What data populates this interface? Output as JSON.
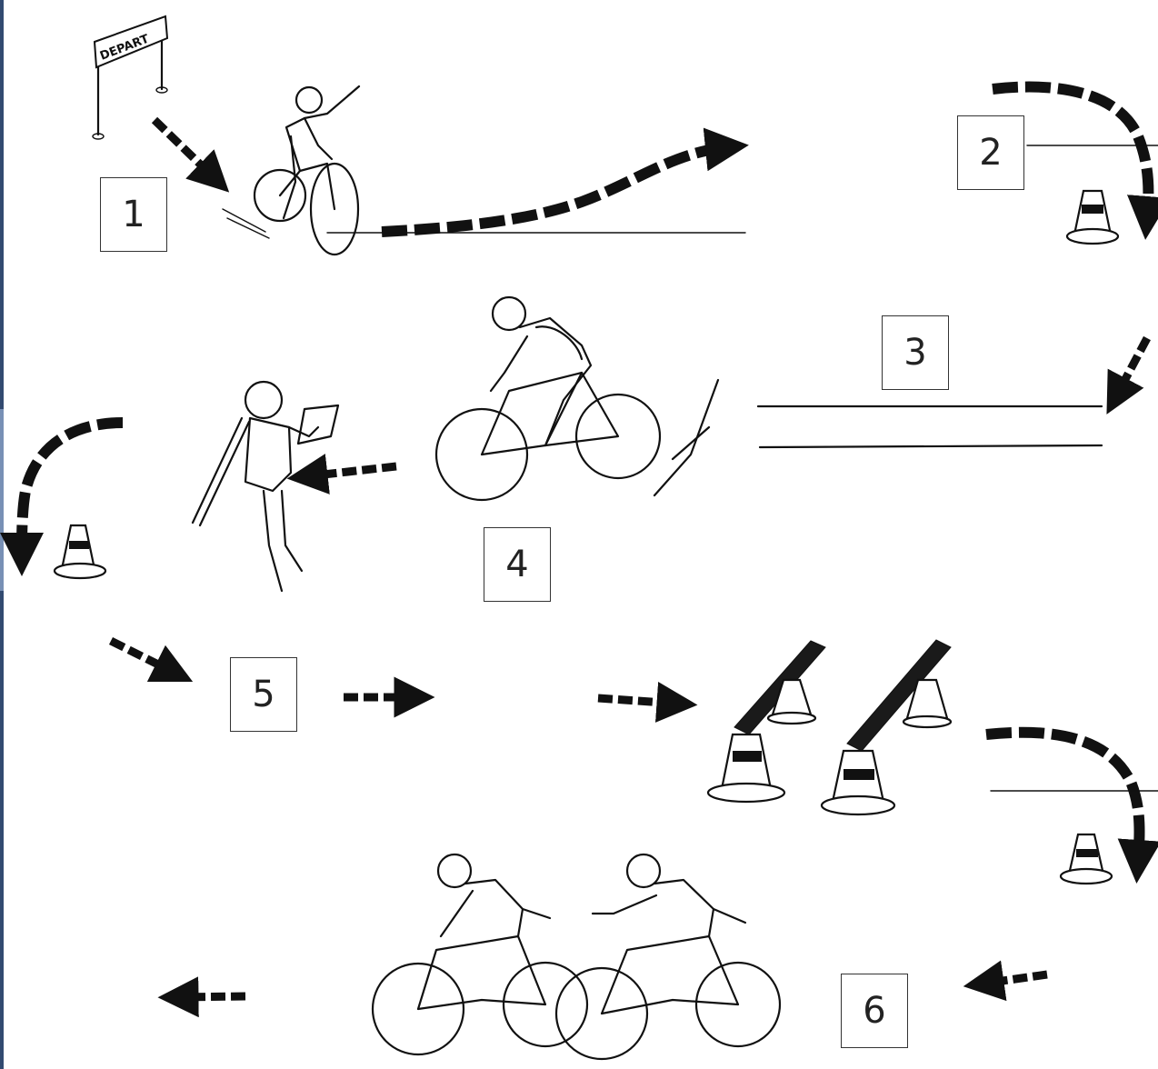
{
  "banner": {
    "label": "DEPART"
  },
  "stations": [
    {
      "number": "1"
    },
    {
      "number": "2"
    },
    {
      "number": "3"
    },
    {
      "number": "4"
    },
    {
      "number": "5"
    },
    {
      "number": "6"
    }
  ],
  "colors": {
    "ink": "#111111",
    "background": "#ffffff",
    "edge_strip": "#324a70"
  }
}
